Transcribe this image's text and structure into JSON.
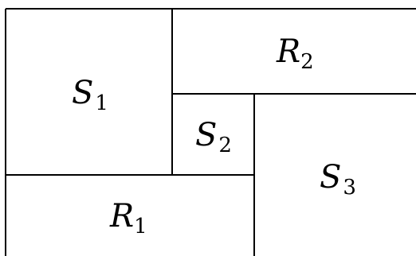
{
  "regions": {
    "S1": {
      "letter": "S",
      "sub": "1"
    },
    "S2": {
      "letter": "S",
      "sub": "2"
    },
    "S3": {
      "letter": "S",
      "sub": "3"
    },
    "R1": {
      "letter": "R",
      "sub": "1"
    },
    "R2": {
      "letter": "R",
      "sub": "2"
    }
  },
  "colors": {
    "stroke": "#000000",
    "background": "#ffffff"
  }
}
